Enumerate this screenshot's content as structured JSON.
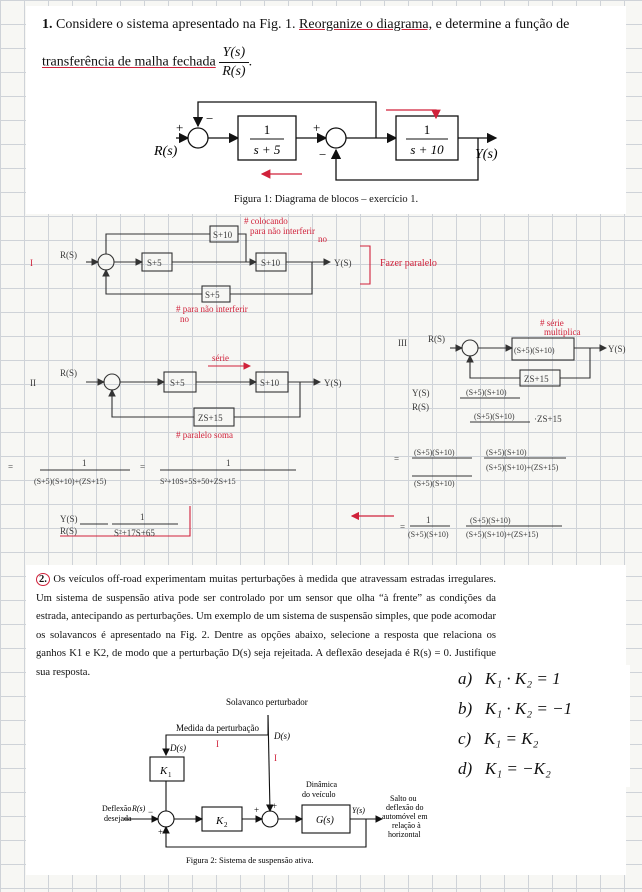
{
  "q1": {
    "number": "1.",
    "text_a": "Considere o sistema apresentado na Fig. 1.",
    "text_b": "Reorganize o diagrama,",
    "text_c": "e determine a função de",
    "text_d": "transferência de malha fechada",
    "tf_num": "Y(s)",
    "tf_den": "R(s)",
    "figure": {
      "input": "R(s)",
      "output": "Y(s)",
      "block1_num": "1",
      "block1_den": "s + 5",
      "block2_num": "1",
      "block2_den": "s + 10",
      "caption": "Figura 1: Diagrama de blocos – exercício 1."
    }
  },
  "notes": {
    "roman_1": "I",
    "roman_2": "II",
    "roman_3": "III",
    "r": "R(S)",
    "y": "Y(S)",
    "s5": "S+5",
    "s10": "S+10",
    "s_plus_10": "S+10",
    "s_plus_5": "S+5",
    "one": "1",
    "note_top_1": "# colocando",
    "note_top_2": "para não interferir",
    "note_top_3": "no",
    "fazer_paralelo": "Fazer paralelo",
    "note_mid_1": "# para não interferir",
    "note_mid_2": "no",
    "serie": "série",
    "serie_mult_1": "# série",
    "serie_mult_2": "multiplica",
    "prod_den": "(S+5)(S+10)",
    "zs15": "ZS+15",
    "paralelo_soma": "# paralelo soma",
    "eq_eq": "=",
    "line_a_den": "(S+5)(S+10)+(ZS+15)",
    "line_b_den": "S²+10S+5S+50+ZS+15",
    "final_lhs_num": "Y(S)",
    "final_lhs_den": "R(S)",
    "final_num": "1",
    "final_den": "S²+17S+65",
    "r_y_ratio_num": "Y(S)",
    "r_y_ratio_den": "R(S)",
    "zs15_term": "·ZS+15",
    "step2_num": "(S+5)(S+10)",
    "step2_den_a": "(S+5)(S+10)+(ZS+15)",
    "step2_den_b": "(S+5)(S+10)",
    "step3_b_num": "(S+5)(S+10)",
    "step3_b_den": "(S+5)(S+10)+(ZS+15)"
  },
  "q2": {
    "number": "2.",
    "paragraph": "Os veículos off-road experimentam muitas perturbações à medida que atravessam estradas irregulares. Um sistema de suspensão ativa pode ser controlado por um sensor que olha “à frente” as condições da estrada, antecipando as perturbações. Um exemplo de um sistema de suspensão simples, que pode acomodar os solavancos é apresentado na Fig. 2. Dentre as opções abaixo, selecione a resposta que relaciona os ganhos K1 e K2, de modo que a perturbação D(s) seja rejeitada. A deflexão desejada é R(s) = 0. Justifique sua resposta.",
    "figure": {
      "top_label": "Solavanco perturbador",
      "measure_label": "Medida da perturbação",
      "d_left": "D(s)",
      "d_right": "D(s)",
      "k1": "K",
      "k1_sub": "1",
      "k2": "K",
      "k2_sub": "2",
      "g": "G(s)",
      "vehicle_dyn_1": "Dinâmica",
      "vehicle_dyn_2": "do veículo",
      "ys": "Y(s)",
      "rs": "R(s)",
      "defl_1": "Deflexão",
      "defl_2": "desejada",
      "out_1": "Salto ou",
      "out_2": "deflexão do",
      "out_3": "automóvel em",
      "out_4": "relação à",
      "out_5": "horizontal",
      "caption": "Figura 2: Sistema de suspensão ativa.",
      "mark": "I"
    },
    "choices": [
      {
        "label": "a)",
        "expr": "K₁ · K₂ = 1"
      },
      {
        "label": "b)",
        "expr": "K₁ · K₂ = −1"
      },
      {
        "label": "c)",
        "expr": "K₁ = K₂"
      },
      {
        "label": "d)",
        "expr": "K₁ = −K₂"
      }
    ]
  }
}
